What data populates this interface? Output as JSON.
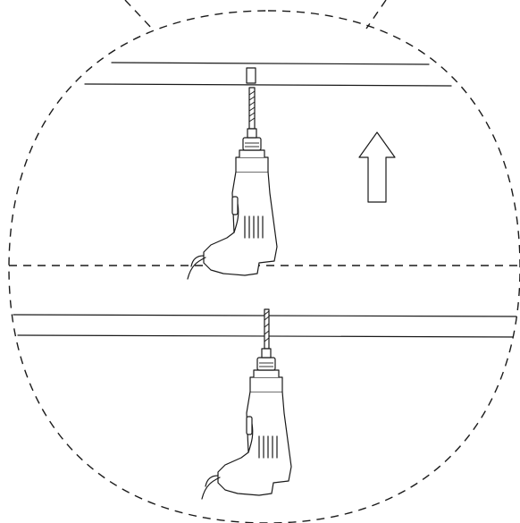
{
  "diagram": {
    "panels": [
      {
        "id": "top",
        "shows_arrow": true,
        "arrow_direction": "up"
      },
      {
        "id": "bottom",
        "shows_arrow": false
      }
    ],
    "stroke_color": "#1a1a1a",
    "background_color": "#ffffff"
  }
}
